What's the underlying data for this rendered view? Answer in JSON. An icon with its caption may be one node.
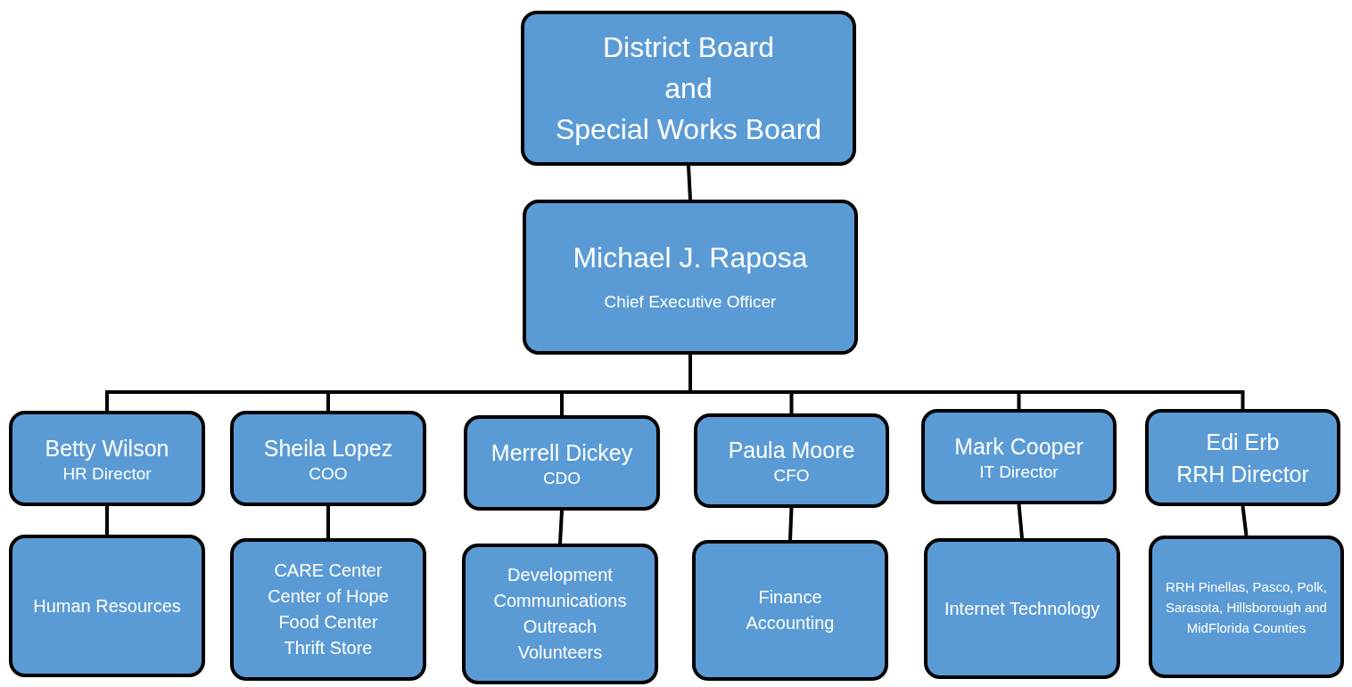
{
  "diagram": {
    "nodes": [
      {
        "text": [
          "District Board",
          "and",
          "Special Works Board"
        ]
      },
      {
        "text": [
          "Michael J. Raposa",
          "Chief Executive Officer"
        ]
      },
      {
        "text": [
          "Betty Wilson",
          "HR Director"
        ]
      },
      {
        "text": [
          "Sheila Lopez",
          "COO"
        ]
      },
      {
        "text": [
          "Merrell Dickey",
          "CDO"
        ]
      },
      {
        "text": [
          "Paula Moore",
          "CFO"
        ]
      },
      {
        "text": [
          "Mark Cooper",
          "IT Director"
        ]
      },
      {
        "text": [
          "Edi Erb",
          "RRH Director"
        ]
      },
      {
        "text": [
          "Human Resources"
        ]
      },
      {
        "text": [
          "CARE Center",
          "Center of Hope",
          "Food Center",
          "Thrift Store"
        ]
      },
      {
        "text": [
          "Development",
          "Communications",
          "Outreach",
          "Volunteers"
        ]
      },
      {
        "text": [
          "Finance",
          "Accounting"
        ]
      },
      {
        "text": [
          "Internet Technology"
        ]
      },
      {
        "text": [
          "RRH Pinellas, Pasco, Polk, Sarasota, Hillsborough and MidFlorida Counties"
        ]
      }
    ],
    "edges": [
      {
        "from": 0,
        "to": 1,
        "arrow": "none"
      },
      {
        "from": 1,
        "to": 2,
        "arrow": "none"
      },
      {
        "from": 1,
        "to": 3,
        "arrow": "none"
      },
      {
        "from": 1,
        "to": 4,
        "arrow": "none"
      },
      {
        "from": 1,
        "to": 5,
        "arrow": "none"
      },
      {
        "from": 1,
        "to": 6,
        "arrow": "none"
      },
      {
        "from": 1,
        "to": 7,
        "arrow": "none"
      },
      {
        "from": 2,
        "to": 8,
        "arrow": "none"
      },
      {
        "from": 3,
        "to": 9,
        "arrow": "none"
      },
      {
        "from": 4,
        "to": 10,
        "arrow": "none"
      },
      {
        "from": 5,
        "to": 11,
        "arrow": "none"
      },
      {
        "from": 6,
        "to": 12,
        "arrow": "none"
      },
      {
        "from": 7,
        "to": 13,
        "arrow": "none"
      }
    ]
  }
}
